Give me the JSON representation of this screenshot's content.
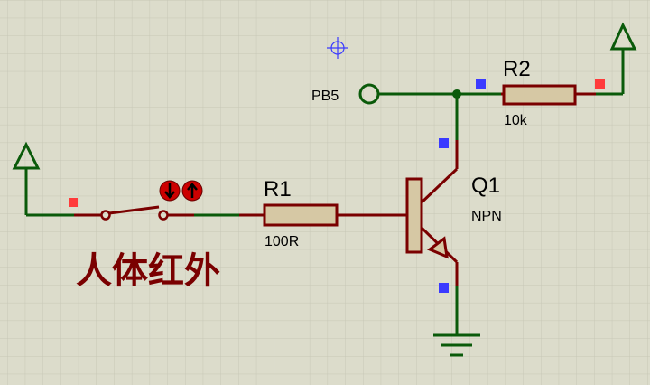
{
  "schematic": {
    "grid_color": "#c7c7b6",
    "background": "#dcdccb",
    "wire_color": "#7a0000",
    "terminal_color": "#0a5a0a",
    "component_fill": "#d6c8a4",
    "pin_marker_red": "#ff3b3b",
    "pin_marker_blue": "#3a3aff",
    "r1": {
      "ref": "R1",
      "value": "100R"
    },
    "r2": {
      "ref": "R2",
      "value": "10k"
    },
    "q1": {
      "ref": "Q1",
      "value": "NPN"
    },
    "pb5": {
      "label": "PB5"
    },
    "sensor": {
      "label": "人体红外",
      "btn_down": "down-arrow-icon",
      "btn_up": "up-arrow-icon"
    },
    "power_symbol": "power-arrow-icon",
    "ground_symbol": "ground-icon",
    "cursor_symbol": "crosshair-cursor-icon"
  }
}
